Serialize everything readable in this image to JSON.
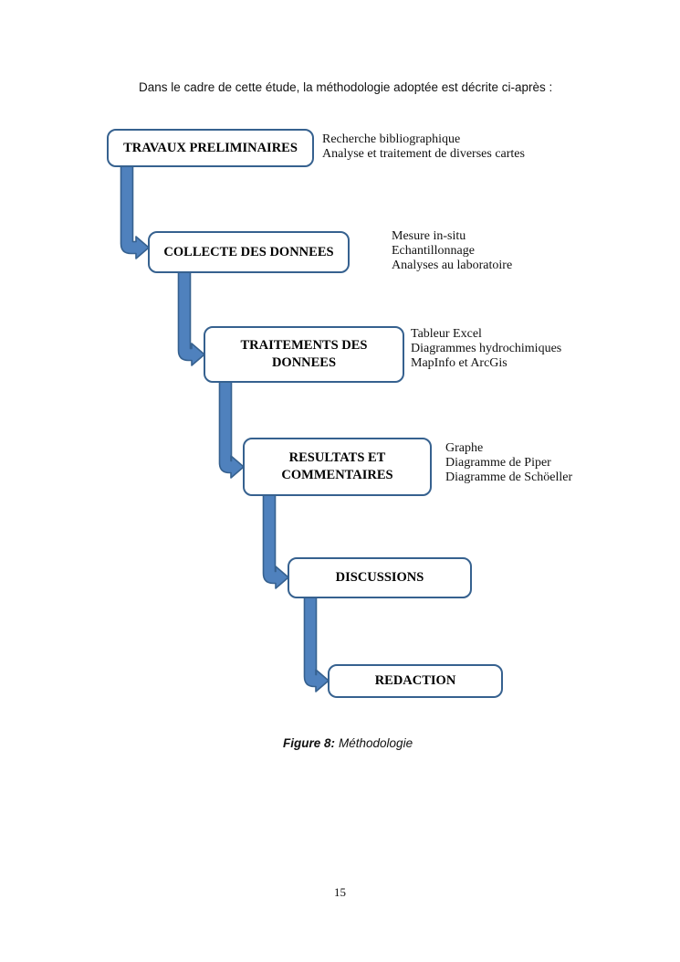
{
  "page": {
    "intro_text": "Dans le cadre de cette étude, la méthodologie adoptée est décrite ci-après :",
    "caption": {
      "label": "Figure 8:",
      "text": "Méthodologie"
    },
    "page_number": "15"
  },
  "flowchart": {
    "colors": {
      "box_border": "#36618f",
      "arrow_fill": "#4f81bd",
      "arrow_outline": "#36618f"
    },
    "steps": [
      {
        "label": "TRAVAUX PRELIMINAIRES",
        "notes": [
          "Recherche bibliographique",
          "Analyse et traitement de diverses cartes"
        ]
      },
      {
        "label": "COLLECTE DES DONNEES",
        "notes": [
          "Mesure in-situ",
          "Echantillonnage",
          "Analyses au laboratoire"
        ]
      },
      {
        "label": "TRAITEMENTS DES DONNEES",
        "notes": [
          "Tableur Excel",
          "Diagrammes hydrochimiques",
          "MapInfo et ArcGis"
        ]
      },
      {
        "label": "RESULTATS ET COMMENTAIRES",
        "notes": [
          "Graphe",
          "Diagramme de Piper",
          "Diagramme de Schöeller"
        ]
      },
      {
        "label": "DISCUSSIONS",
        "notes": []
      },
      {
        "label": "REDACTION",
        "notes": []
      }
    ]
  }
}
